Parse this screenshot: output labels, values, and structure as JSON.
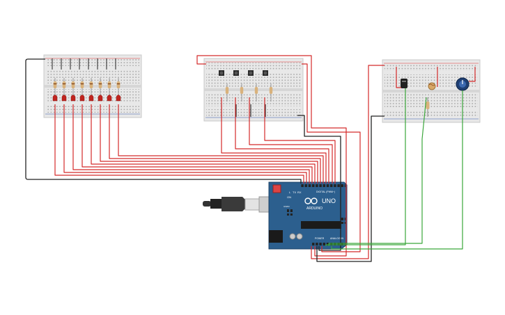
{
  "board": {
    "brand_label": "ARDUINO",
    "model_label": "UNO",
    "on_label": "ON",
    "tx_label": "TX",
    "rx_label": "RX",
    "l_label": "L",
    "digital_label": "DIGITAL (PWM~)",
    "analog_label": "ANALOG IN",
    "power_label": "POWER",
    "icsp_label": "ICSP2"
  },
  "breadboards": {
    "left": "breadboard-leds",
    "middle": "breadboard-buttons",
    "right": "breadboard-sensors"
  },
  "counts": {
    "leds": 8,
    "buttons": 4
  },
  "colors": {
    "background": "#ffffff",
    "breadboard": "#e6e6e6",
    "rail_red": "#d33",
    "rail_blue": "#35a",
    "wire_red": "#d42a2a",
    "wire_black": "#222222",
    "wire_green": "#3aa63a",
    "arduino_blue": "#2c5f8e",
    "led_red": "#c0251f"
  }
}
